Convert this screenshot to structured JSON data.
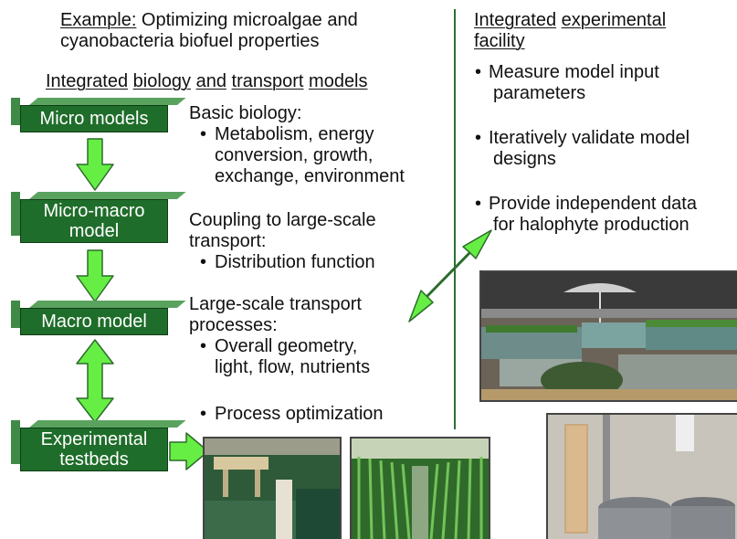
{
  "left": {
    "title_prefix": "Example:",
    "title_line1_rest": " Optimizing microalgae and",
    "title_line2": "cyanobacteria biofuel properties",
    "models_heading": {
      "w1": "Integrated",
      "w2": "biology",
      "w3": "and",
      "w4": "transport",
      "w5": "models"
    }
  },
  "boxes": {
    "micro": "Micro models",
    "micro_macro_line1": "Micro-macro",
    "micro_macro_line2": "model",
    "macro": "Macro model",
    "testbeds_line1": "Experimental",
    "testbeds_line2": "testbeds"
  },
  "middle": {
    "basic_heading": "Basic biology:",
    "basic_bullet_l1": "Metabolism, energy",
    "basic_bullet_l2": "conversion, growth,",
    "basic_bullet_l3": "exchange, environment",
    "coupling_l1": "Coupling to large-scale",
    "coupling_l2": "transport:",
    "coupling_bullet": "Distribution function",
    "large_l1": "Large-scale transport",
    "large_l2": "processes:",
    "large_bullet_l1": "Overall geometry,",
    "large_bullet_l2": "light, flow, nutrients",
    "process_bullet": "Process optimization"
  },
  "right": {
    "heading_w1": "Integrated",
    "heading_w2": "experimental",
    "heading_w3": "facility",
    "b1_l1": "Measure model input",
    "b1_l2": "parameters",
    "b2_l1": "Iteratively validate model",
    "b2_l2": "designs",
    "b3_l1": "Provide independent data",
    "b3_l2": "for halophyte production"
  },
  "colors": {
    "box_green": "#1f6d2a",
    "arrow_green": "#66ee44",
    "divider": "#2e6e34"
  }
}
